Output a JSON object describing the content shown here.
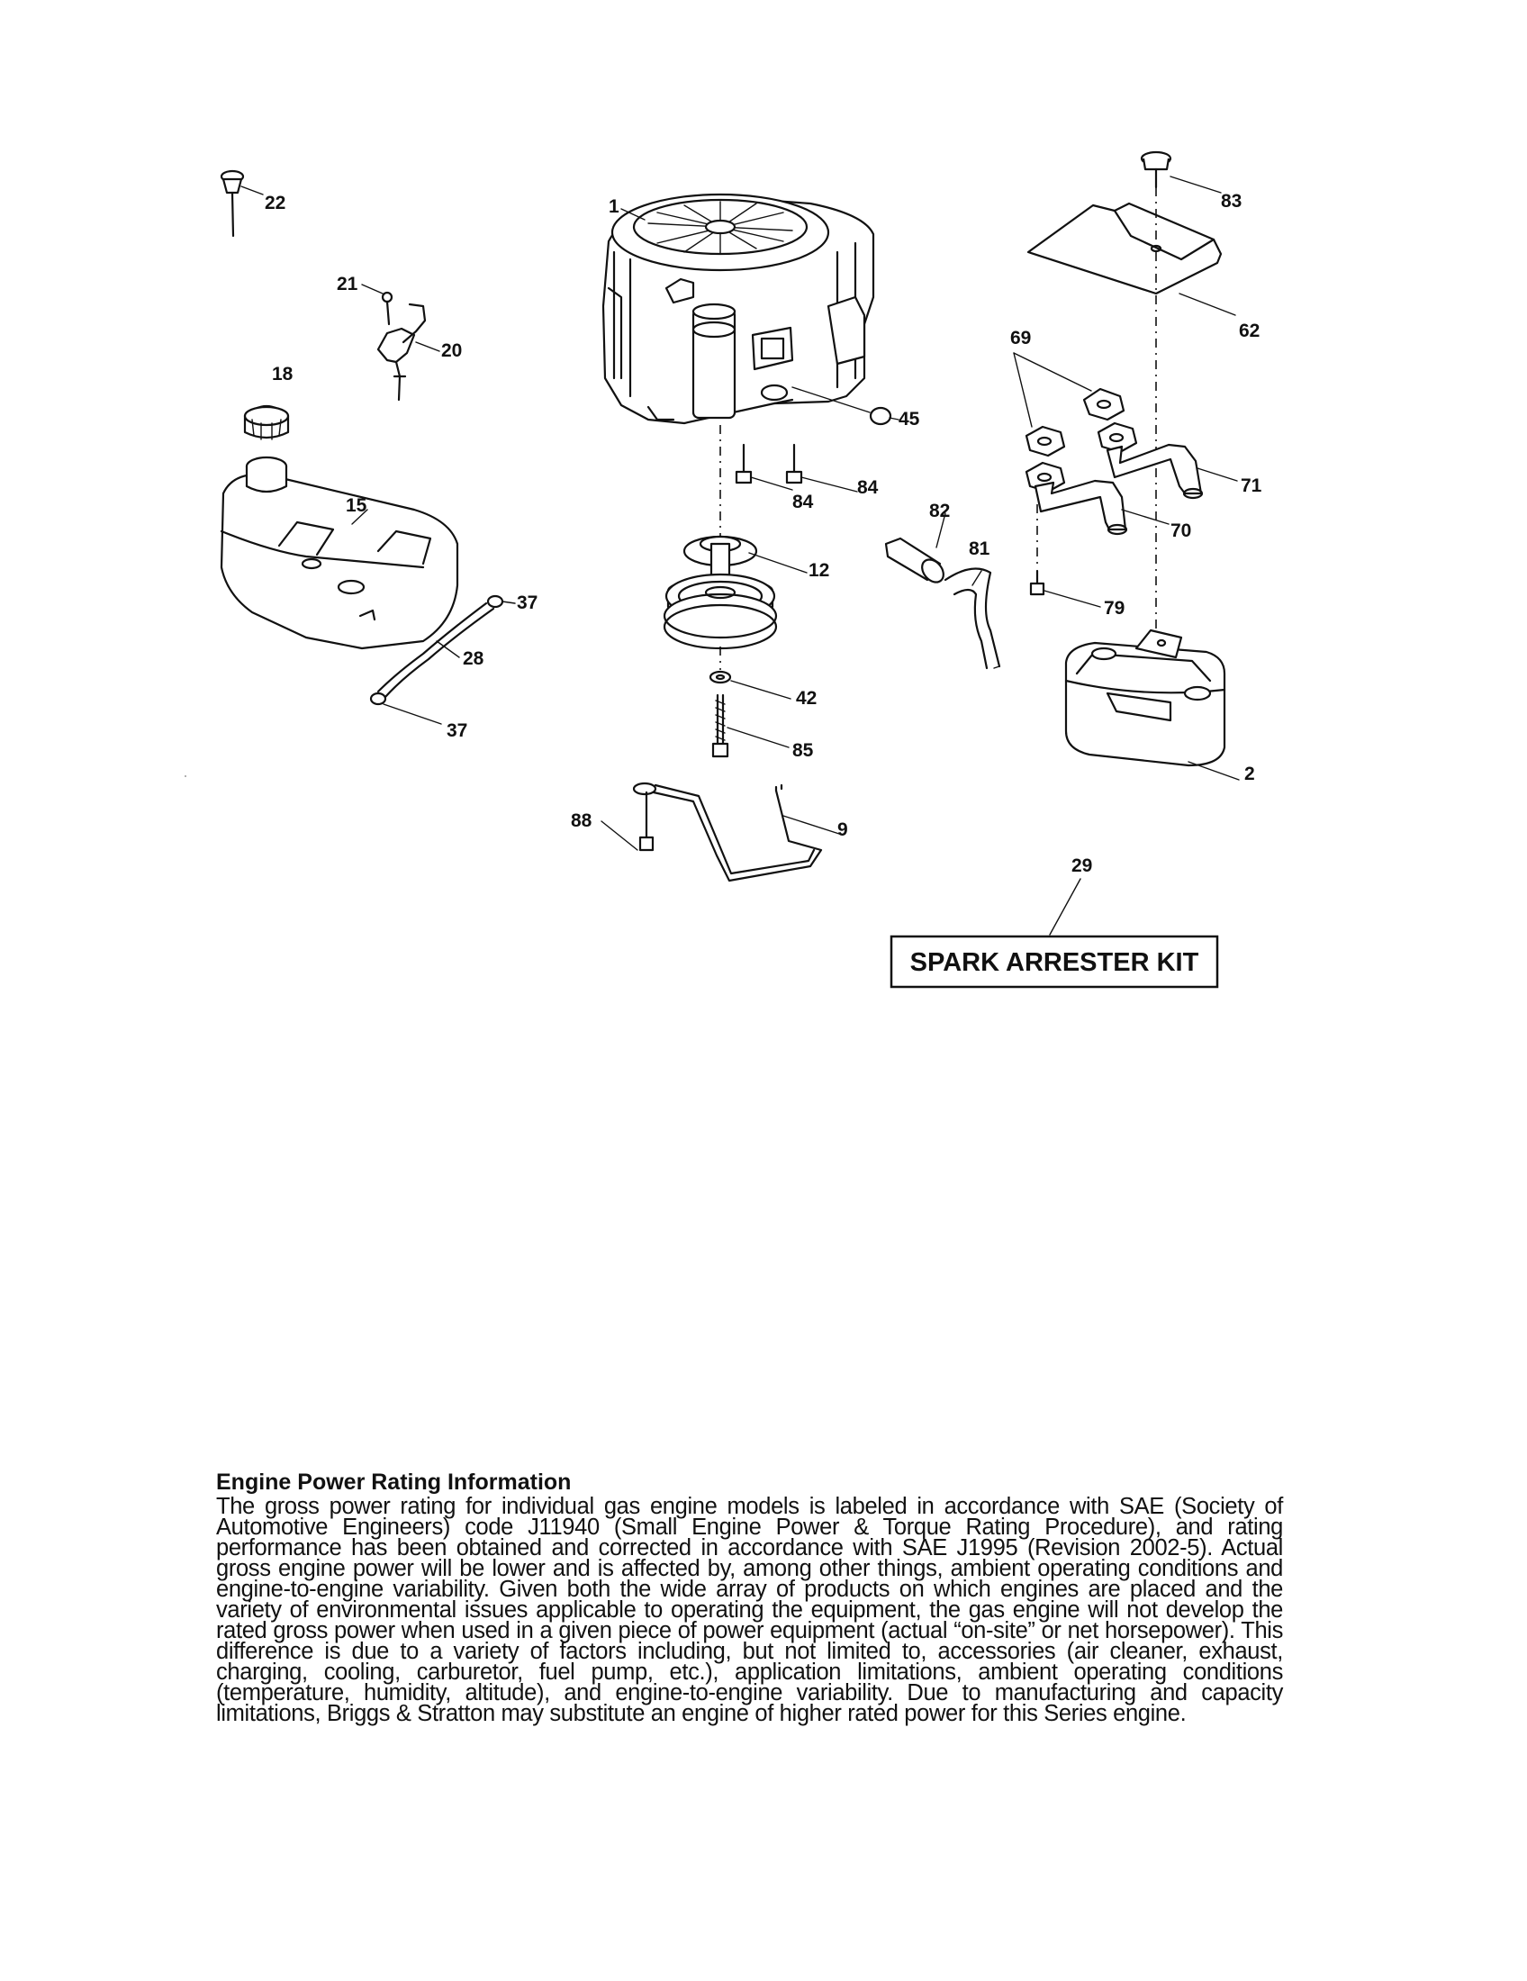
{
  "diagram": {
    "callouts": [
      {
        "id": "c1",
        "text": "1"
      },
      {
        "id": "c2",
        "text": "2"
      },
      {
        "id": "c9",
        "text": "9"
      },
      {
        "id": "c12",
        "text": "12"
      },
      {
        "id": "c15",
        "text": "15"
      },
      {
        "id": "c18",
        "text": "18"
      },
      {
        "id": "c20",
        "text": "20"
      },
      {
        "id": "c21",
        "text": "21"
      },
      {
        "id": "c22",
        "text": "22"
      },
      {
        "id": "c28",
        "text": "28"
      },
      {
        "id": "c29",
        "text": "29"
      },
      {
        "id": "c37a",
        "text": "37"
      },
      {
        "id": "c37b",
        "text": "37"
      },
      {
        "id": "c42",
        "text": "42"
      },
      {
        "id": "c45",
        "text": "45"
      },
      {
        "id": "c62",
        "text": "62"
      },
      {
        "id": "c69",
        "text": "69"
      },
      {
        "id": "c70",
        "text": "70"
      },
      {
        "id": "c71",
        "text": "71"
      },
      {
        "id": "c79",
        "text": "79"
      },
      {
        "id": "c81",
        "text": "81"
      },
      {
        "id": "c82",
        "text": "82"
      },
      {
        "id": "c83",
        "text": "83"
      },
      {
        "id": "c84a",
        "text": "84"
      },
      {
        "id": "c84b",
        "text": "84"
      },
      {
        "id": "c85",
        "text": "85"
      },
      {
        "id": "c88",
        "text": "88"
      }
    ],
    "kit_label": "SPARK ARRESTER KIT"
  },
  "rating": {
    "heading": "Engine Power Rating Information",
    "body": "The gross power rating for individual gas engine models is labeled in accordance with SAE (Society of Automotive Engineers) code J11940 (Small Engine Power & Torque Rating Procedure), and rating performance has been obtained and corrected in accordance with SAE J1995 (Revision 2002-5). Actual gross engine power will be lower and is affected by, among other things, ambient operating conditions and engine-to-engine variability. Given both the wide array of products on which engines are placed and the variety of environmental issues applicable to operating the equipment, the gas engine will not develop the rated gross power when used in a given piece of power equipment (actual “on-site” or net horsepower). This difference is due to a variety of factors including, but not limited to, accessories (air cleaner, exhaust, charging, cooling, carburetor, fuel pump, etc.), application limitations, ambient operating conditions (temperature, humidity, altitude), and engine-to-engine variability. Due to manufacturing and capacity limitations, Briggs & Stratton may substitute an engine of higher rated power for this Series engine."
  }
}
